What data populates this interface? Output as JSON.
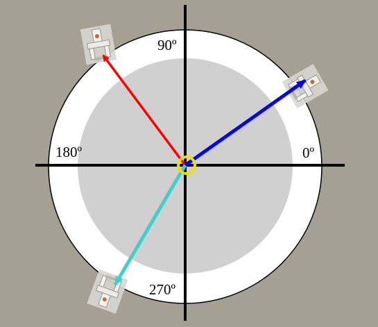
{
  "diagram": {
    "background_color": "#a59f94",
    "outer_disk_color": "#ffffff",
    "inner_disk_color": "#d0d0d0",
    "axis_color": "#000000",
    "labels": {
      "deg_0": "0º",
      "deg_90": "90º",
      "deg_180": "180º",
      "deg_270": "270º"
    },
    "origin_marker_color": "#f0e000",
    "vectors": [
      {
        "name": "red-vector",
        "color": "#ff0000",
        "angle_deg": 118
      },
      {
        "name": "blue-vector",
        "color": "#0000ff",
        "angle_deg": 30
      },
      {
        "name": "cyan-vector",
        "color": "#3fcfcf",
        "angle_deg": 240
      }
    ],
    "figures": [
      {
        "name": "robot-figure-top-left"
      },
      {
        "name": "robot-figure-right"
      },
      {
        "name": "robot-figure-bottom-left"
      }
    ]
  }
}
